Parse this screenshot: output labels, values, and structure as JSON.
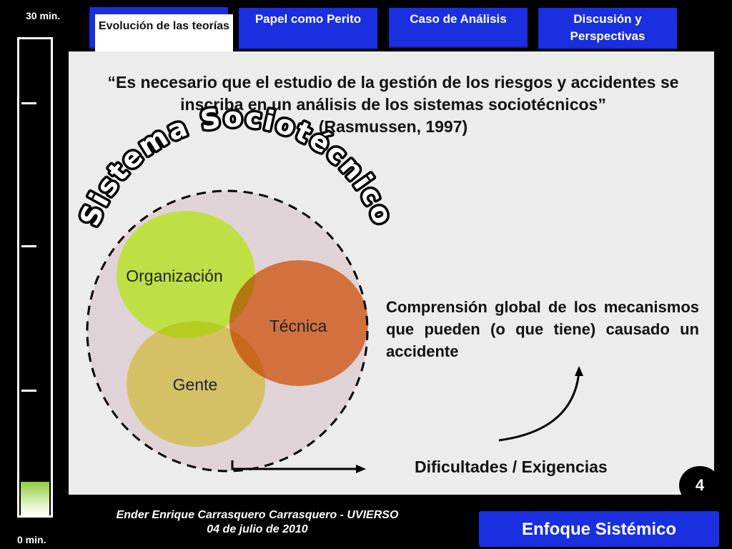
{
  "timer": {
    "top_label": "30 min.",
    "bottom_label": "0 min.",
    "progress_fraction": 0.07
  },
  "tabs": [
    {
      "label": "Evolución de las teorías",
      "active": true
    },
    {
      "label": "Papel como Perito",
      "active": false
    },
    {
      "label": "Caso de Análisis",
      "active": false
    },
    {
      "label": "Discusión y Perspectivas",
      "active": false
    }
  ],
  "quote": {
    "text": "“Es necesario que el estudio de la gestión de los riesgos y accidentes se inscriba en un análisis de los sistemas sociotécnicos”",
    "citation": "(Rasmussen, 1997)"
  },
  "diagram": {
    "arc_title": "Sistema Sociotécnico",
    "circles": [
      {
        "label": "Organización",
        "color": "#bfe045"
      },
      {
        "label": "Técnica",
        "color": "#f08848"
      },
      {
        "label": "Gente",
        "color": "#f2ea78"
      }
    ]
  },
  "comprension_text": "Comprensión global de los mecanismos que pueden (o que tiene) causado un accidente",
  "dificultades_label": "Dificultades / Exigencias",
  "page_number": "4",
  "footer": {
    "author": "Ender Enrique Carrasquero Carrasquero - UVIERSO",
    "date": "04 de julio de 2010",
    "badge": "Enfoque Sistémico"
  },
  "colors": {
    "tab_blue": "#1a2fe0",
    "panel_bg": "#ececec",
    "progress_green": "#8dcf3a"
  }
}
